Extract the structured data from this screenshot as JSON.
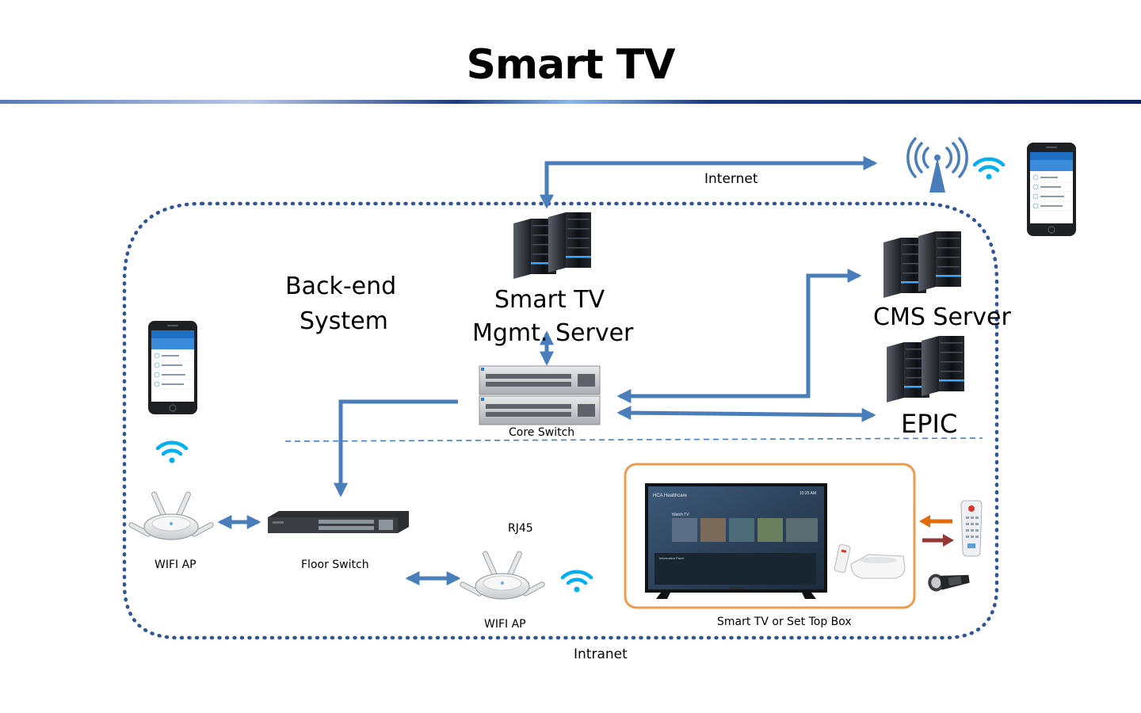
{
  "title": "Smart TV",
  "labels": {
    "internet": "Internet",
    "intranet": "Intranet",
    "backend_line1": "Back-end",
    "backend_line2": "System",
    "mgmt_line1": "Smart TV",
    "mgmt_line2": "Mgmt. Server",
    "cms_server": "CMS Server",
    "epic": "EPIC",
    "core_switch": "Core Switch",
    "floor_switch": "Floor Switch",
    "wifi_ap_left": "WIFI AP",
    "wifi_ap_bottom": "WIFI AP",
    "rj45": "RJ45",
    "smart_tv_box": "Smart TV or Set Top Box"
  },
  "tv_screen": {
    "brand": "HCA Healthcare",
    "time": "10:25 AM",
    "section": "Watch TV",
    "panel": "Information Panel"
  },
  "colors": {
    "arrow": "#4a7ebb",
    "intranet_border": "#2f5597",
    "tv_frame": "#ed9b4f",
    "wifi": "#00b0f0",
    "remote_arrow_orange": "#e36c09",
    "remote_arrow_red": "#953735"
  },
  "icons": [
    "server-icon",
    "cell-tower-icon",
    "wifi-icon",
    "smartphone-icon",
    "core-switch-icon",
    "floor-switch-icon",
    "access-point-icon",
    "tv-icon",
    "set-top-box-icon",
    "remote-icon",
    "flashlight-icon"
  ]
}
